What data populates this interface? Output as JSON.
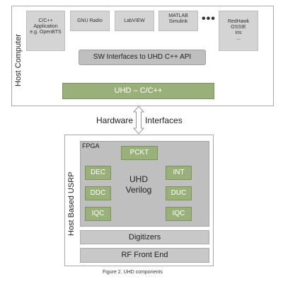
{
  "host": {
    "label": "Host Computer",
    "apps": [
      {
        "lines": [
          "C/C++",
          "Application",
          "e.g. OpenBTS"
        ]
      },
      {
        "lines": [
          "GNU Radio",
          "",
          ""
        ]
      },
      {
        "lines": [
          "LabVIEW",
          "",
          ""
        ]
      },
      {
        "lines": [
          "MATLAB",
          "Simulink",
          ""
        ]
      },
      {
        "lines": [
          "RedHawk",
          "OSSIE",
          "Iris",
          "..."
        ]
      }
    ],
    "ellipsis": "•••",
    "api_bar": "SW Interfaces to UHD C++ API",
    "uhd_bar": "UHD – C/C++"
  },
  "hardware": {
    "left": "Hardware",
    "right": "Interfaces"
  },
  "usrp": {
    "label": "Host Based USRP",
    "fpga_label": "FPGA",
    "pckt": "PCKT",
    "left_blocks": [
      "DEC",
      "DDC",
      "IQC"
    ],
    "right_blocks": [
      "INT",
      "DUC",
      "IQC"
    ],
    "verilog": [
      "UHD",
      "Verilog"
    ],
    "digitizers": "Digitizers",
    "rf": "RF Front End"
  },
  "caption": "Figure 2. UHD components",
  "colors": {
    "green": "#9ab07a",
    "gray": "#bfbfbf",
    "arrow": "#c8c8c8"
  }
}
